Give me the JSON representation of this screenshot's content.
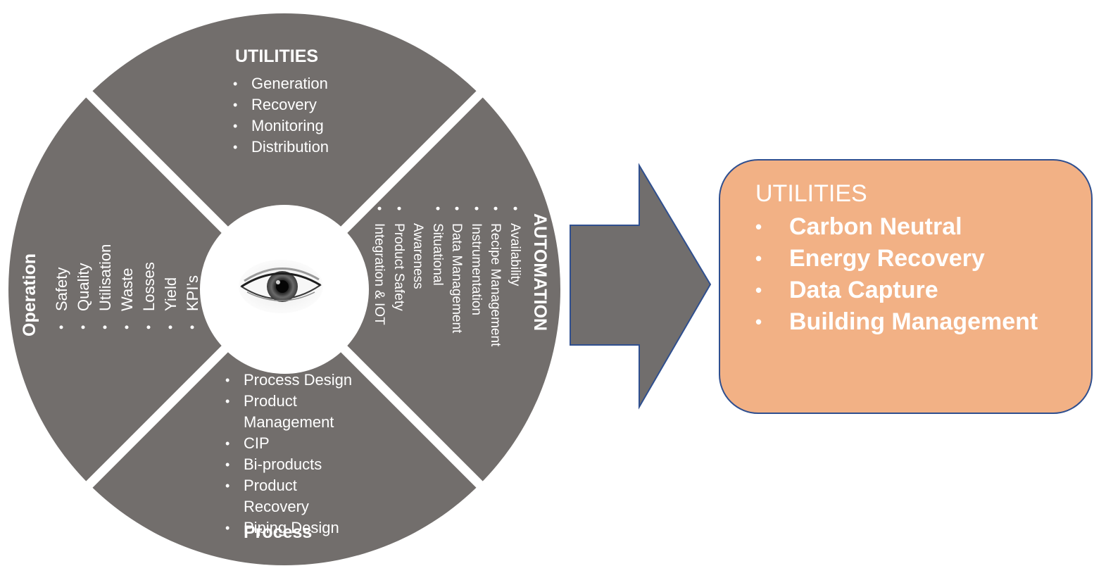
{
  "wheel": {
    "utilities": {
      "title": "UTILITIES",
      "items": [
        "Generation",
        "Recovery",
        "Monitoring",
        "Distribution"
      ]
    },
    "operation": {
      "title": "Operation",
      "items": [
        "Safety",
        "Quality",
        "Utilisation",
        "Waste",
        "Losses",
        "Yield",
        "KPI’s"
      ]
    },
    "automation": {
      "title": "AUTOMATION",
      "items": [
        "Availability",
        "Recipe Management",
        "Instrumentation",
        "Data Management",
        "Situational",
        "Awareness",
        "Product Safety",
        "Integration & IOT"
      ]
    },
    "process": {
      "title": "Process",
      "items": [
        "Process Design",
        "Product Management",
        "CIP",
        "Bi-products",
        "Product Recovery",
        "Piping Design"
      ]
    },
    "center_icon": "eye-icon"
  },
  "target_box": {
    "title": "UTILITIES",
    "items": [
      "Carbon Neutral",
      "Energy Recovery",
      "Data Capture",
      "Building Management"
    ]
  },
  "colors": {
    "wheel_fill": "#726e6c",
    "arrow_fill": "#716e6d",
    "arrow_stroke": "#2f4f8f",
    "box_fill": "#f2b185",
    "box_stroke": "#2f4f8f",
    "text": "#ffffff"
  }
}
